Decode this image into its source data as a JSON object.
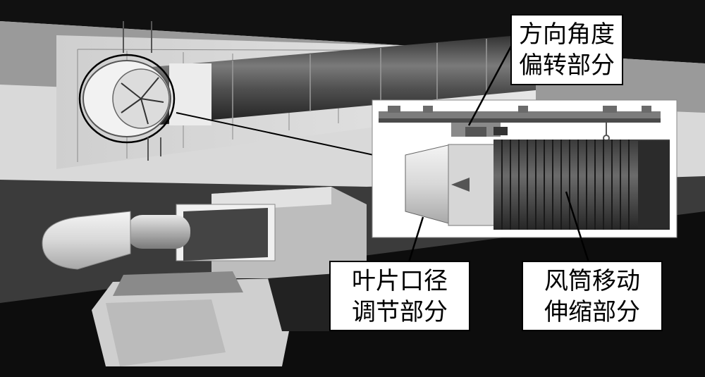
{
  "labels": {
    "direction": {
      "line1": "方向角度",
      "line2": "偏转部分"
    },
    "blade": {
      "line1": "叶片口径",
      "line2": "调节部分"
    },
    "duct": {
      "line1": "风筒移动",
      "line2": "伸缩部分"
    }
  }
}
